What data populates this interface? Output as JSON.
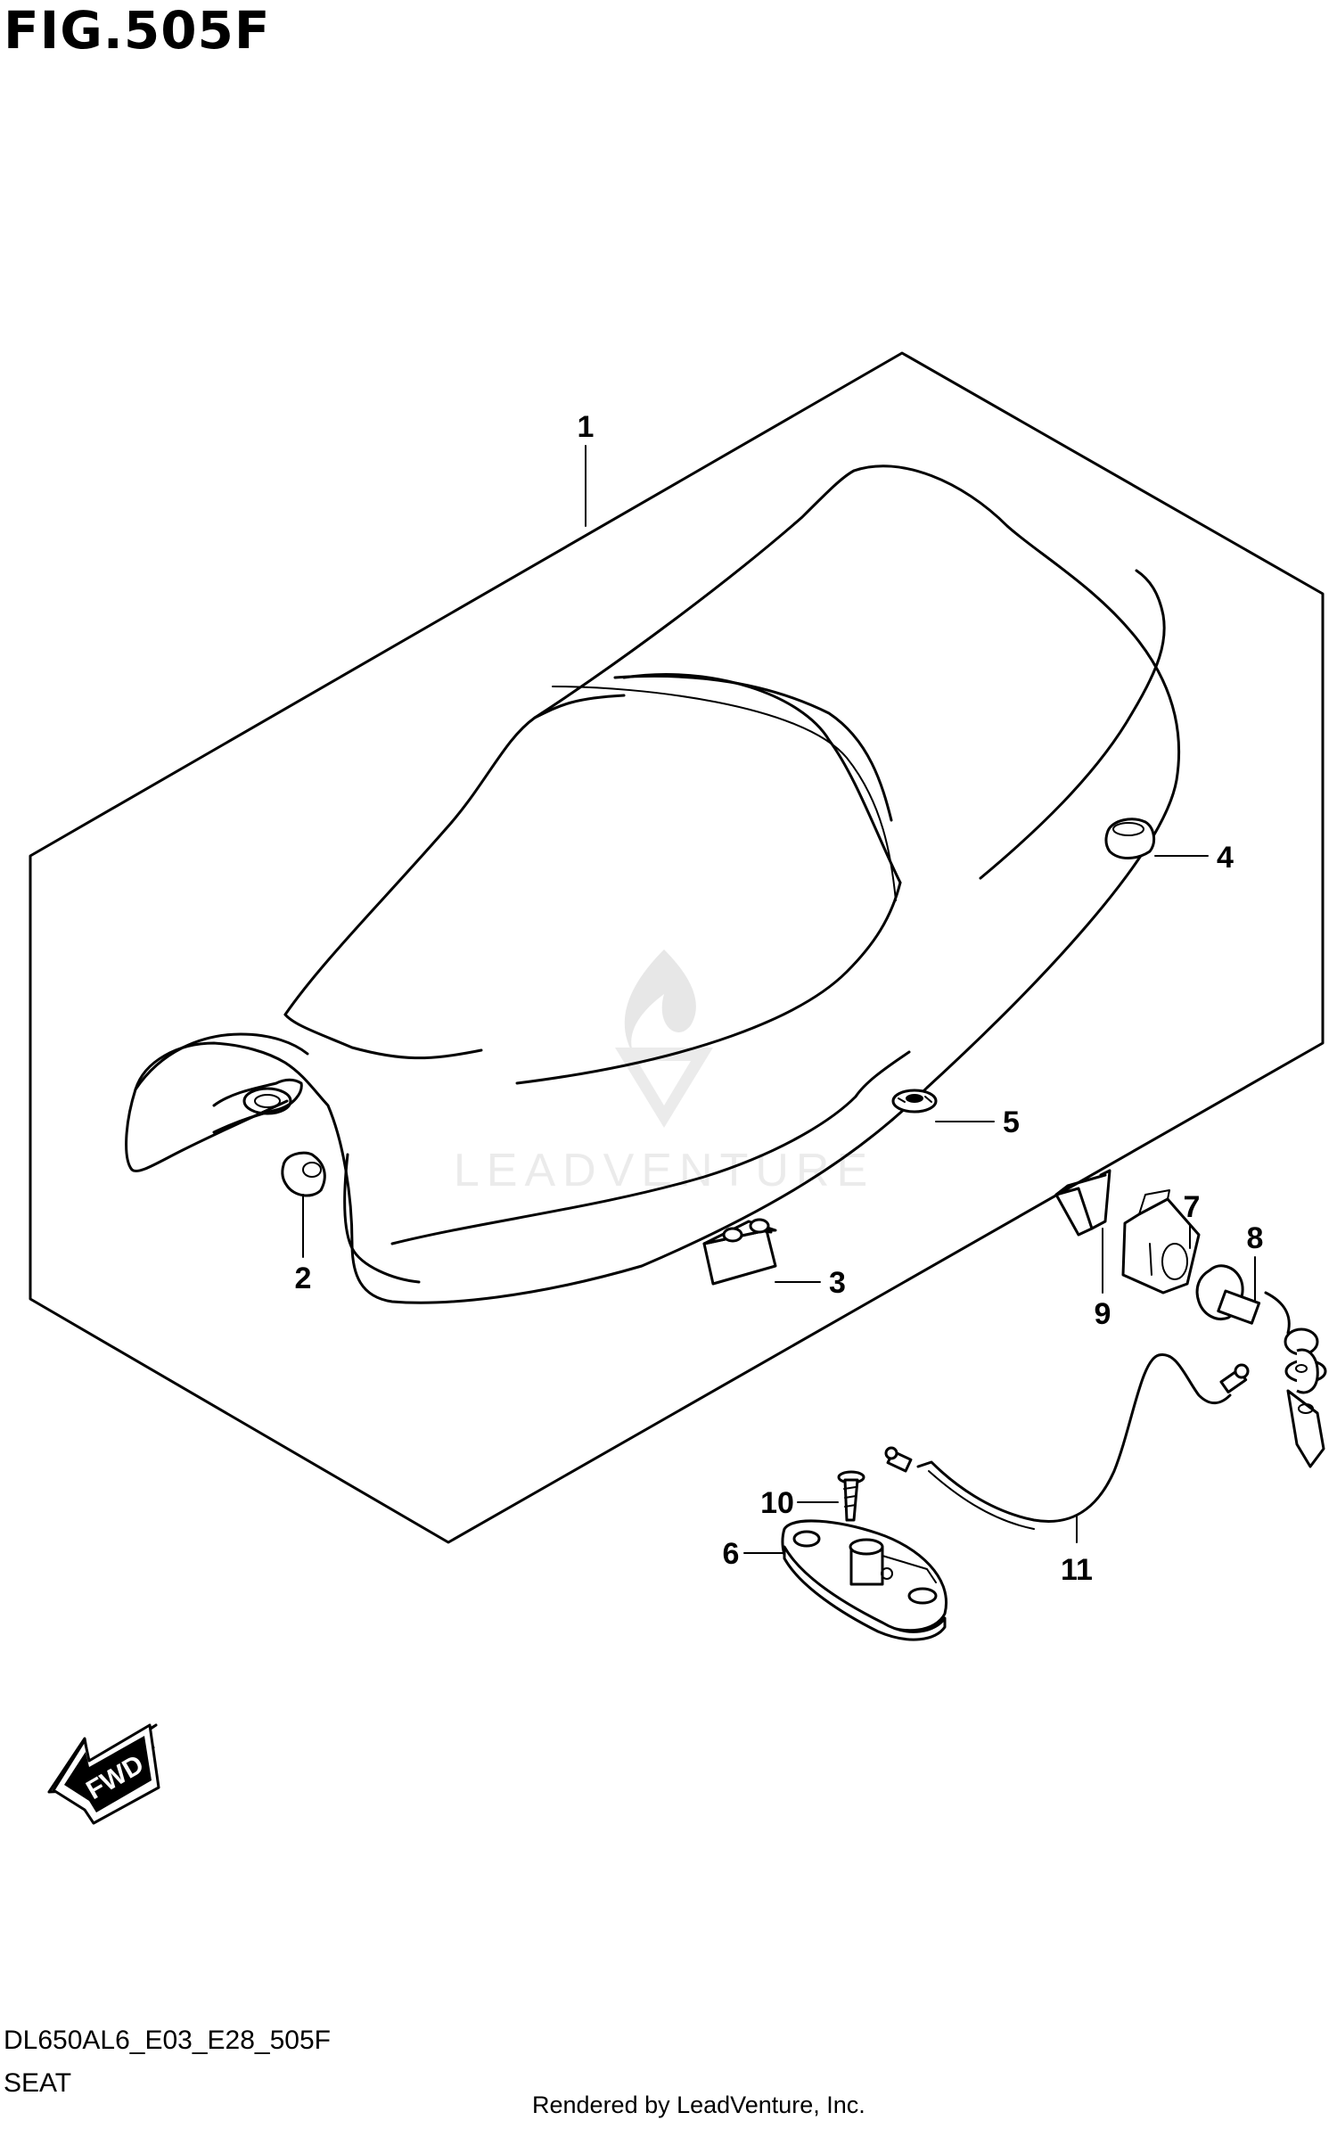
{
  "figure": {
    "title": "FIG.505F",
    "code": "DL650AL6_E03_E28_505F",
    "name": "SEAT",
    "rendered_by": "Rendered by LeadVenture, Inc."
  },
  "watermark": {
    "text": "LEADVENTURE"
  },
  "direction": {
    "label": "FWD"
  },
  "callouts": [
    {
      "id": "1",
      "part": "seat"
    },
    {
      "id": "2",
      "part": "cushion"
    },
    {
      "id": "3",
      "part": "cushion-block"
    },
    {
      "id": "4",
      "part": "cushion"
    },
    {
      "id": "5",
      "part": "clamp-nut"
    },
    {
      "id": "6",
      "part": "seat-lock-bracket"
    },
    {
      "id": "7",
      "part": "lock-bracket"
    },
    {
      "id": "8",
      "part": "lock-set"
    },
    {
      "id": "9",
      "part": "clip"
    },
    {
      "id": "10",
      "part": "screw"
    },
    {
      "id": "11",
      "part": "cable"
    }
  ]
}
